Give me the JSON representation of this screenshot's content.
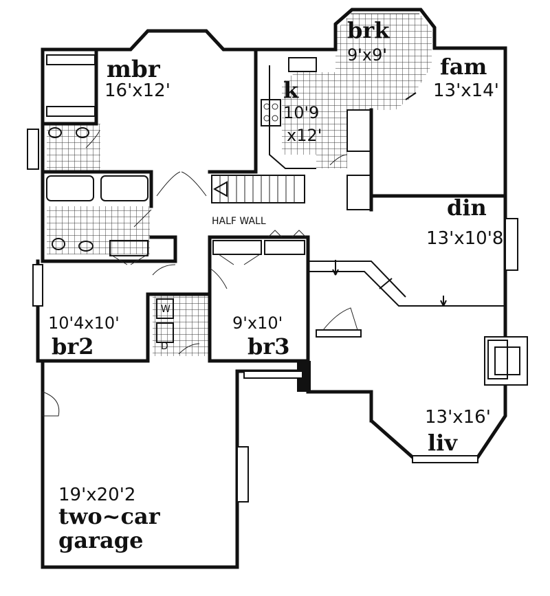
{
  "rooms": {
    "mbr": {
      "name": "mbr",
      "size": "16'x12'"
    },
    "brk": {
      "name": "brk",
      "size": "9'x9'"
    },
    "k": {
      "name": "k",
      "size_line1": "10'9",
      "size_line2": "x12'"
    },
    "fam": {
      "name": "fam",
      "size": "13'x14'"
    },
    "din": {
      "name": "din",
      "size": "13'x10'8"
    },
    "br2": {
      "name": "br2",
      "size": "10'4x10'"
    },
    "br3": {
      "name": "br3",
      "size": "9'x10'"
    },
    "liv": {
      "name": "liv",
      "size": "13'x16'"
    },
    "garage": {
      "size": "19'x20'2",
      "name_line1": "two~car",
      "name_line2": "garage"
    }
  },
  "labels": {
    "half_wall": "HALF WALL",
    "washer": "W",
    "dryer": "D"
  }
}
